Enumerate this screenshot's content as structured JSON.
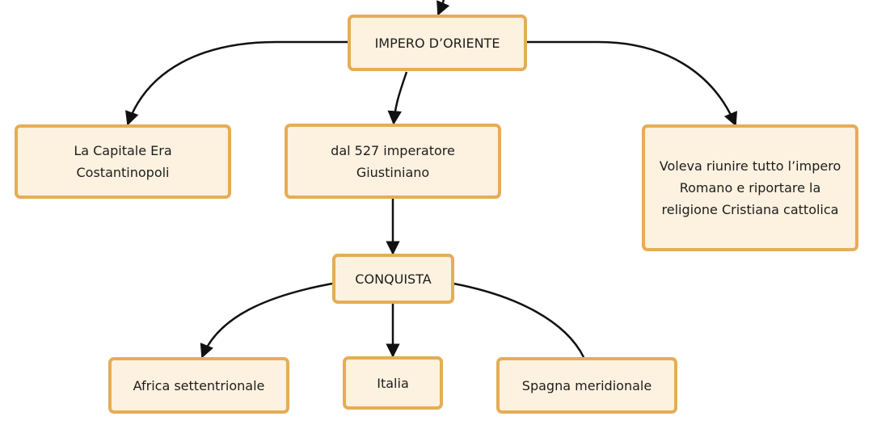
{
  "diagram": {
    "colors": {
      "node_fill": "#fdf1df",
      "node_border": "#e5ad57",
      "edge": "#111111",
      "text": "#1d1d1d"
    },
    "nodes": {
      "impero": {
        "label": "IMPERO D’ORIENTE"
      },
      "capitale": {
        "label": "La Capitale Era Costantinopoli"
      },
      "giustiniano": {
        "label": "dal 527 imperatore Giustiniano"
      },
      "obiettivo": {
        "label": "Voleva riunire tutto l’impero Romano e riportare la religione Cristiana cattolica"
      },
      "conquista": {
        "label": "CONQUISTA"
      },
      "africa": {
        "label": "Africa settentrionale"
      },
      "italia": {
        "label": "Italia"
      },
      "spagna": {
        "label": "Spagna meridionale"
      }
    },
    "edges": [
      {
        "from": "(above)",
        "to": "impero"
      },
      {
        "from": "impero",
        "to": "capitale"
      },
      {
        "from": "impero",
        "to": "giustiniano"
      },
      {
        "from": "impero",
        "to": "obiettivo"
      },
      {
        "from": "giustiniano",
        "to": "conquista"
      },
      {
        "from": "conquista",
        "to": "africa"
      },
      {
        "from": "conquista",
        "to": "italia"
      },
      {
        "from": "conquista",
        "to": "spagna"
      }
    ]
  }
}
